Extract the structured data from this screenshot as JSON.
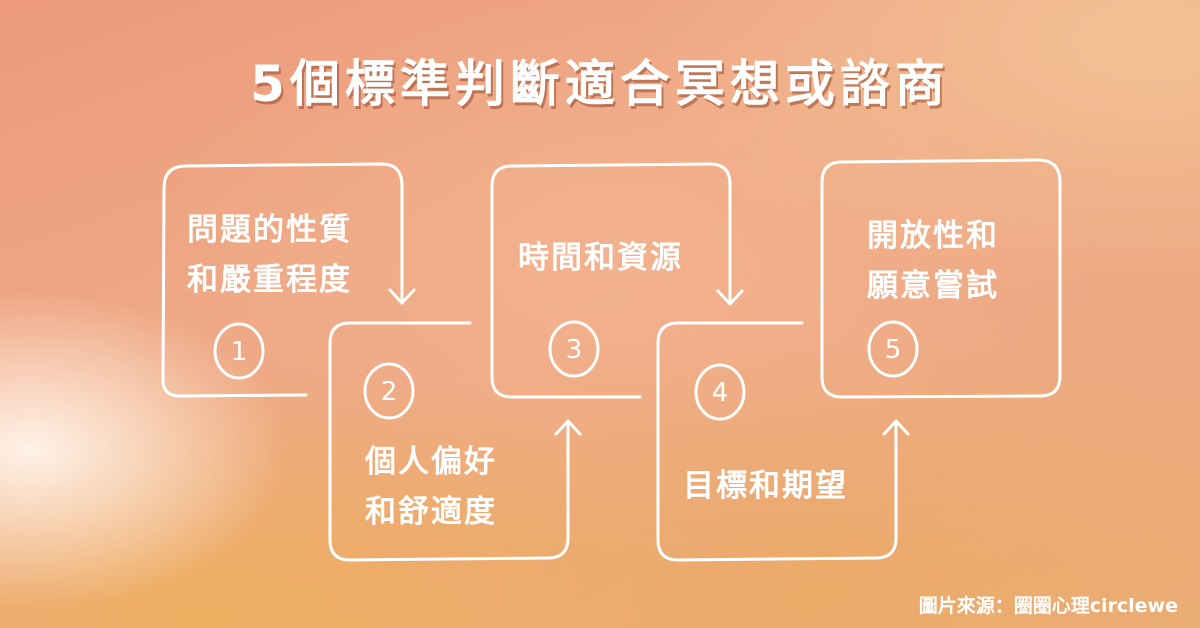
{
  "title": "5個標準判斷適合冥想或諮商",
  "steps": [
    {
      "number": "1",
      "lines": [
        "問題的性質",
        "和嚴重程度"
      ]
    },
    {
      "number": "2",
      "lines": [
        "個人偏好",
        "和舒適度"
      ]
    },
    {
      "number": "3",
      "lines": [
        "時間和資源"
      ]
    },
    {
      "number": "4",
      "lines": [
        "目標和期望"
      ]
    },
    {
      "number": "5",
      "lines": [
        "開放性和",
        "願意嘗試"
      ]
    }
  ],
  "credit": "圖片來源：圈圈心理circlewe",
  "colors": {
    "line": "#ffffff",
    "title_shadow": "#96502d",
    "background_main": "#eda883"
  }
}
